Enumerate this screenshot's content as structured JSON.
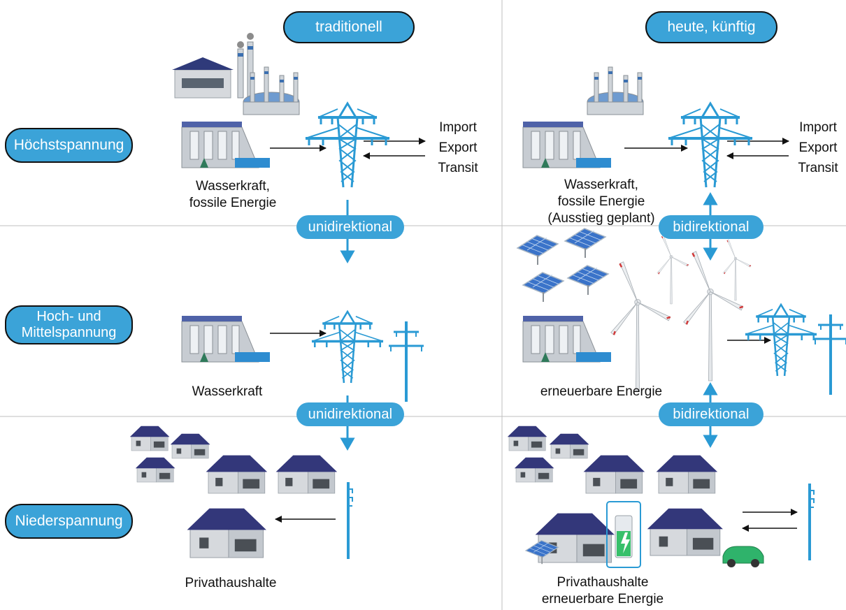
{
  "columns": {
    "left": "traditionell",
    "right": "heute, künftig"
  },
  "levels": {
    "hv": "Höchstspannung",
    "mv": [
      "Hoch- und",
      "Mittelspannung"
    ],
    "lv": "Niederspannung"
  },
  "flow": {
    "left": "unidirektional",
    "right": "bidirektional"
  },
  "trade": [
    "Import",
    "Export",
    "Transit"
  ],
  "labels": {
    "hv_left": [
      "Wasserkraft,",
      "fossile Energie"
    ],
    "hv_right": [
      "Wasserkraft,",
      "fossile Energie",
      "(Ausstieg geplant)"
    ],
    "mv_left": "Wasserkraft",
    "mv_right": "erneuerbare Energie",
    "lv_left": "Privathaushalte",
    "lv_right": [
      "Privathaushalte",
      "erneuerbare Energie"
    ]
  },
  "colors": {
    "accent": "#3ba3d8",
    "roof": "#33377a",
    "wall": "#d6d9dd",
    "grid": "#bfbfbf"
  }
}
